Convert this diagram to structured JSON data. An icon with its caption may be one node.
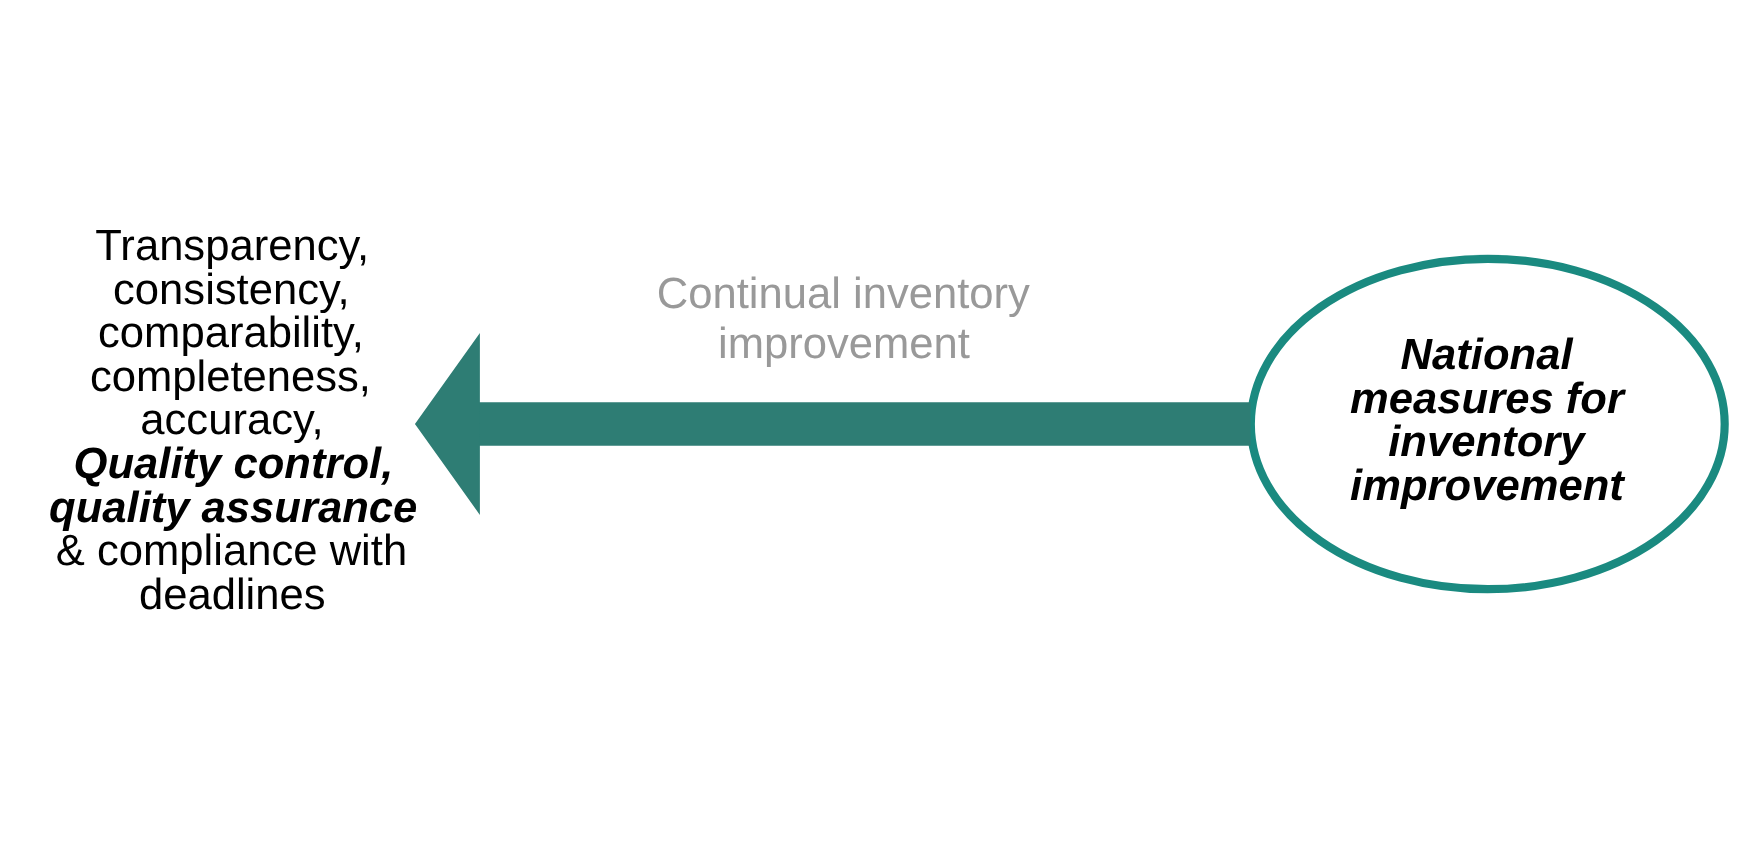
{
  "diagram": {
    "nodes": [
      {
        "text": [
          "Transparency, consistency, comparability, completeness, accuracy,",
          "Quality control, quality assurance",
          "& compliance with deadlines"
        ]
      },
      {
        "text": [
          "National measures for inventory improvement"
        ]
      }
    ],
    "edges": [
      {
        "from": 1,
        "to": 0,
        "arrow": "to",
        "label": "Continual inventory improvement"
      }
    ]
  }
}
